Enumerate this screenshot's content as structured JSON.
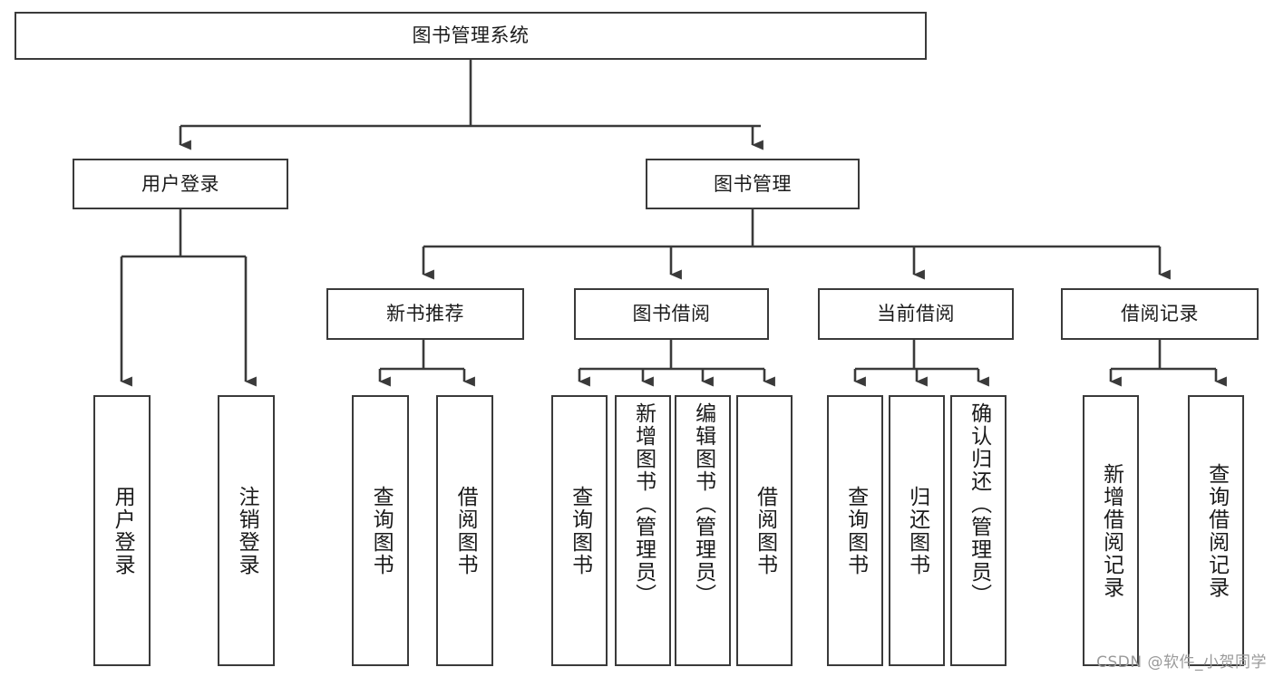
{
  "diagram": {
    "title_node": {
      "id": "root",
      "label": "图书管理系统"
    },
    "level2": [
      {
        "id": "user-login",
        "label": "用户登录"
      },
      {
        "id": "book-manage",
        "label": "图书管理"
      }
    ],
    "level3": [
      {
        "id": "new-book-rec",
        "label": "新书推荐"
      },
      {
        "id": "book-borrow",
        "label": "图书借阅"
      },
      {
        "id": "current-borrow",
        "label": "当前借阅"
      },
      {
        "id": "borrow-record",
        "label": "借阅记录"
      }
    ],
    "leaves": [
      {
        "id": "leaf-user-login",
        "label": "用户登录",
        "parent": "user-login"
      },
      {
        "id": "leaf-logout",
        "label": "注销登录",
        "parent": "user-login"
      },
      {
        "id": "leaf-query-book-1",
        "label": "查询图书",
        "parent": "new-book-rec"
      },
      {
        "id": "leaf-borrow-book-1",
        "label": "借阅图书",
        "parent": "new-book-rec"
      },
      {
        "id": "leaf-query-book-2",
        "label": "查询图书",
        "parent": "book-borrow"
      },
      {
        "id": "leaf-add-book",
        "label": "新增图书（管理员）",
        "parent": "book-borrow"
      },
      {
        "id": "leaf-edit-book",
        "label": "编辑图书（管理员）",
        "parent": "book-borrow"
      },
      {
        "id": "leaf-borrow-book-2",
        "label": "借阅图书",
        "parent": "book-borrow"
      },
      {
        "id": "leaf-query-book-3",
        "label": "查询图书",
        "parent": "current-borrow"
      },
      {
        "id": "leaf-return-book",
        "label": "归还图书",
        "parent": "current-borrow"
      },
      {
        "id": "leaf-confirm-return",
        "label": "确认归还（管理员）",
        "parent": "current-borrow"
      },
      {
        "id": "leaf-add-record",
        "label": "新增借阅记录",
        "parent": "borrow-record"
      },
      {
        "id": "leaf-query-record",
        "label": "查询借阅记录",
        "parent": "borrow-record"
      }
    ],
    "watermark": "CSDN @软件_小贺同学",
    "colors": {
      "stroke": "#3a3a3a",
      "text": "#1b1b1b",
      "background": "#ffffff",
      "watermark": "#9a9a9a"
    }
  }
}
